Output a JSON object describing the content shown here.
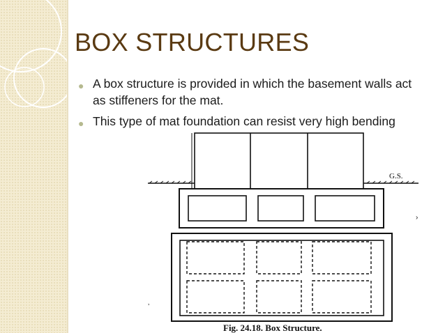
{
  "slide": {
    "title": "BOX STRUCTURES",
    "bullets": [
      "A box structure is provided in which the basement walls act as stiffeners for the mat.",
      "This type of mat foundation can resist very high bending"
    ]
  },
  "figure": {
    "ground_label": "G.S.",
    "caption": "Fig. 24.18. Box Structure."
  },
  "colors": {
    "title": "#5a3a12",
    "bullet": "#b5b98f",
    "sidebar": "#f4ecd2"
  }
}
